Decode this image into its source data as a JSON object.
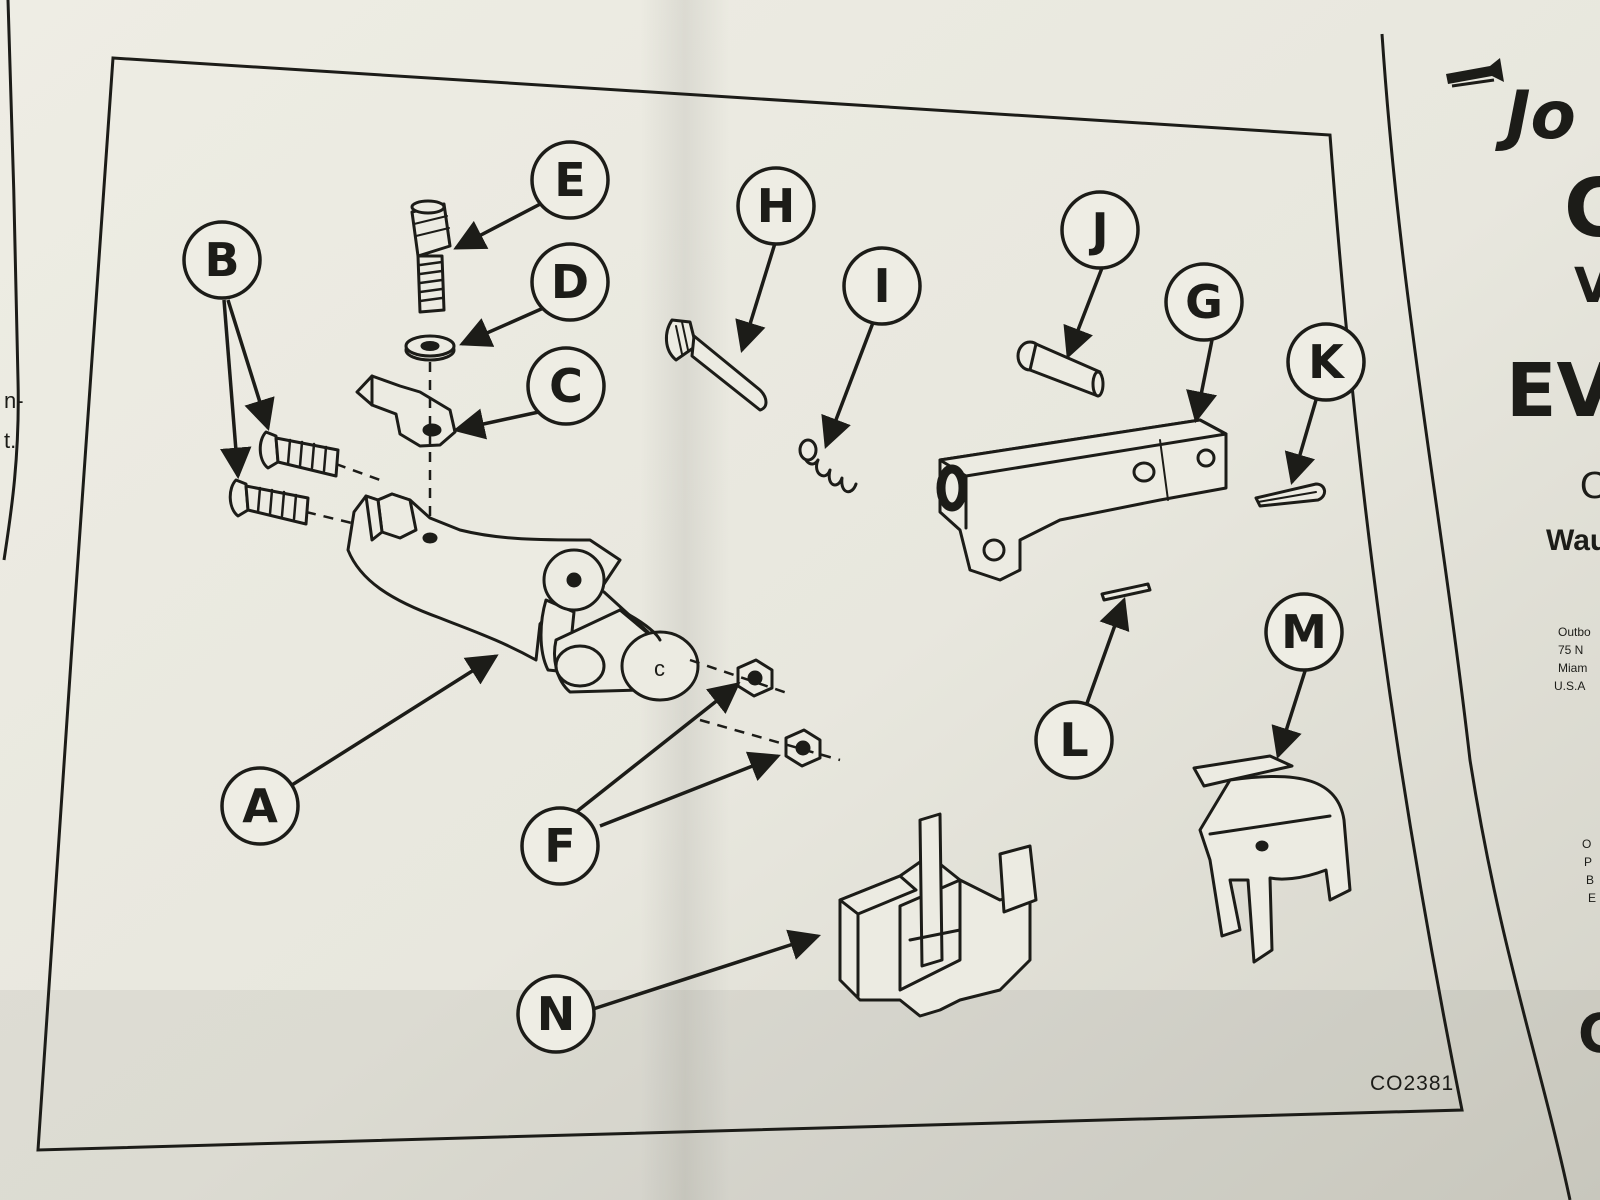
{
  "diagram": {
    "callouts": {
      "A": "A",
      "B": "B",
      "C": "C",
      "D": "D",
      "E": "E",
      "F": "F",
      "G": "G",
      "H": "H",
      "I": "I",
      "J": "J",
      "K": "K",
      "L": "L",
      "M": "M",
      "N": "N"
    },
    "figure_code": "CO2381",
    "inner_part_mark": "c"
  },
  "left_margin_text": {
    "line1": "n-",
    "line2": "t."
  },
  "right_panel": {
    "brand_fragment": "Jo",
    "big_letters": {
      "c1": "C",
      "v": "V",
      "ev": "EV",
      "o": "O",
      "c2": "C"
    },
    "subtitle_fragment": "Wau",
    "address": [
      "Outbo",
      "75 N",
      "Miam",
      "U.S.A"
    ],
    "address2": [
      "O",
      "P",
      "B",
      "E"
    ]
  },
  "colors": {
    "ink": "#1c1c18",
    "paper": "#efeee6",
    "paper_shadow": "#cfcec4",
    "page_bg": "#d9d8cf"
  }
}
